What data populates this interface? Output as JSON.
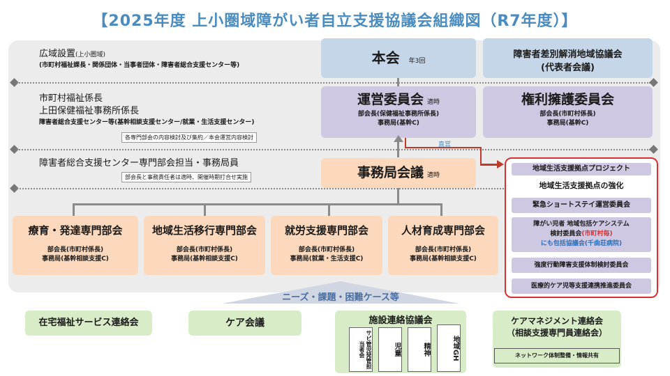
{
  "title": "【2025年度 上小圏域障がい者自立支援協議会組織図（R7年度）】",
  "tier1": {
    "label": "広域設置",
    "label_small": "(上小圏域)",
    "sub": "(市町村福祉課長・関係団体・当事者団体・障害者総合支援センター等)"
  },
  "tier2": {
    "line1": "市町村福祉係長",
    "line2": "上田保健福祉事務所係長",
    "line3": "障害者総合支援センター等(基幹相談支援センター/就業・生活支援センター)",
    "note": "各専門部会の内容検討及び集約／本会運営内容検討"
  },
  "tier3": {
    "line1": "障害者総合支援センター専門部会担当・事務局員",
    "note": "部会長と事務責任者は適時、開催時期打合せ実施"
  },
  "honkai": {
    "name": "本会",
    "freq": "年3回"
  },
  "sabetsu": {
    "line1": "障害者差別解消地域協議会",
    "line2": "(代表者会議)"
  },
  "unei": {
    "name": "運営委員会",
    "freq": "適時",
    "chair": "部会長(保健福祉事務所係長)",
    "sec": "事務局(基幹C)"
  },
  "kenri": {
    "name": "権利擁護委員会",
    "chair": "部会長(市町村係長)",
    "sec": "事務局(基幹C)"
  },
  "jimu": {
    "name": "事務局会議",
    "freq": "適時"
  },
  "direct": "直営",
  "bukai": [
    {
      "name": "療育・発達専門部会",
      "chair": "部会長(市町村係長)",
      "sec": "事務局(基幹相談支援C)"
    },
    {
      "name": "地域生活移行専門部会",
      "chair": "部会長(市町村係長)",
      "sec": "事務局(基幹相談支援C)"
    },
    {
      "name": "就労支援専門部会",
      "chair": "部会長(市町村係長)",
      "sec": "事務局(就業・生活支援C)"
    },
    {
      "name": "人材育成専門部会",
      "chair": "部会長(市町村係長)",
      "sec": "事務局(基幹相談支援C)"
    }
  ],
  "project": {
    "title": "地域生活支援拠点プロジェクト",
    "subtitle": "地域生活支援拠点の強化",
    "items": [
      "緊急ショートステイ運営委員会",
      "強度行動障害支援体制検討委員会",
      "医療的ケア児等支援連携推進委員会"
    ],
    "multi_line1": "障がい児者 地域包括ケアシステム",
    "multi_line2": "検討委員会",
    "multi_red": "(市町村毎)",
    "multi_line3": "にも包括協議会(千曲荘病院)"
  },
  "needs": "ニーズ・課題・困難ケース等",
  "bottom": {
    "zaitaku": "在宅福祉サービス連絡会",
    "care": "ケア会議",
    "shisetsu": "施設連絡協議会",
    "sub_groups": [
      "サビ管児発管担当者会",
      "児童",
      "精神",
      "地域GH"
    ],
    "caremgmt_line1": "ケアマネジメント連絡会",
    "caremgmt_line2": "（相談支援専門員連絡会）",
    "network": "ネットワーク体制整備・情報共有"
  },
  "colors": {
    "title": "#4a8cc0",
    "red": "#d83030",
    "arrow_red": "#c0392b"
  }
}
